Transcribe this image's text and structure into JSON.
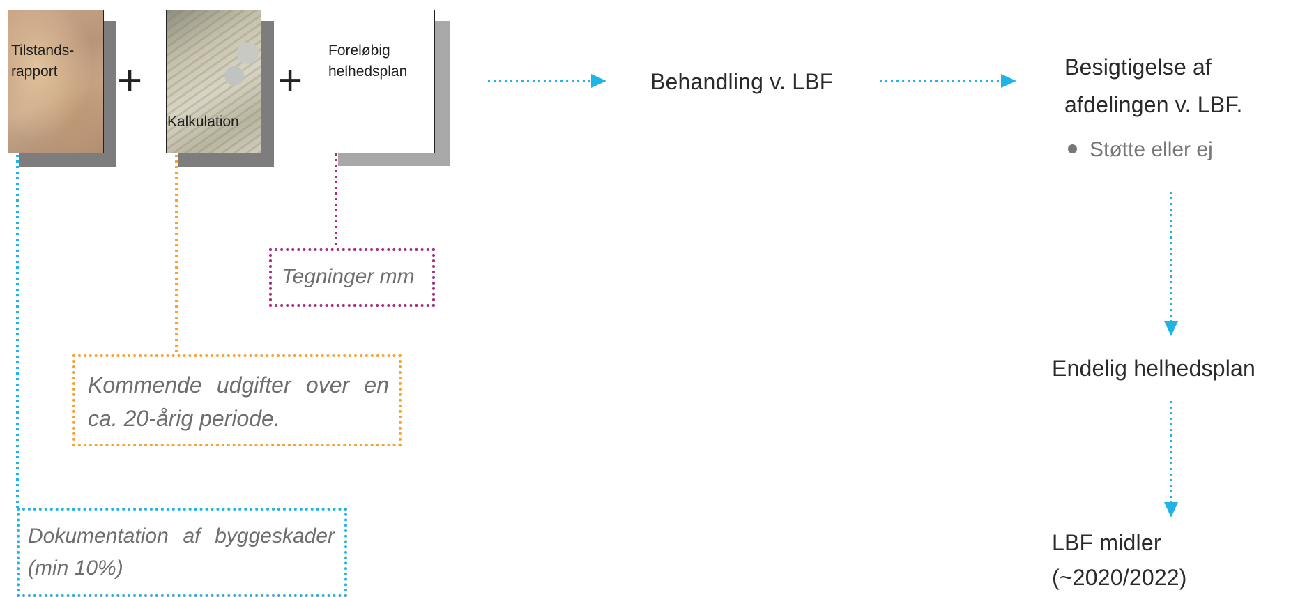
{
  "documents": [
    {
      "label": "Tilstands-\nrapport"
    },
    {
      "label": "Kalkulation"
    },
    {
      "label": "Foreløbig\nhelhedsplan"
    }
  ],
  "plus_signs": [
    "+",
    "+"
  ],
  "flow": {
    "step1": "Behandling v. LBF",
    "step2_line1": "Besigtigelse af",
    "step2_line2": "afdelingen v. LBF.",
    "step2_bullet": "Støtte eller ej",
    "step3": "Endelig helhedsplan",
    "step4_line1": "LBF midler",
    "step4_line2": "(~2020/2022)"
  },
  "notes": {
    "drawings": "Tegninger mm",
    "expenses": "Kommende udgifter over en ca. 20-årig periode.",
    "documentation": "Dokumentation af byggeskader (min 10%)"
  },
  "colors": {
    "blue": "#1fb3e8",
    "orange": "#f5a234",
    "purple": "#a3307e"
  }
}
